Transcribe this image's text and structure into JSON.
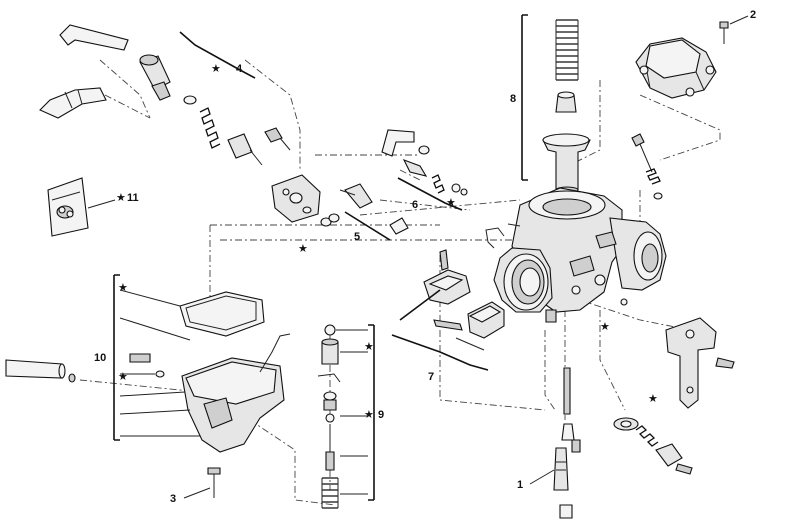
{
  "callouts": {
    "c1": "1",
    "c2": "2",
    "c3": "3",
    "c4": "4",
    "c5": "5",
    "c6": "6",
    "c7": "7",
    "c8": "8",
    "c9": "9",
    "c10": "10",
    "c11": "11"
  },
  "marker": "★"
}
